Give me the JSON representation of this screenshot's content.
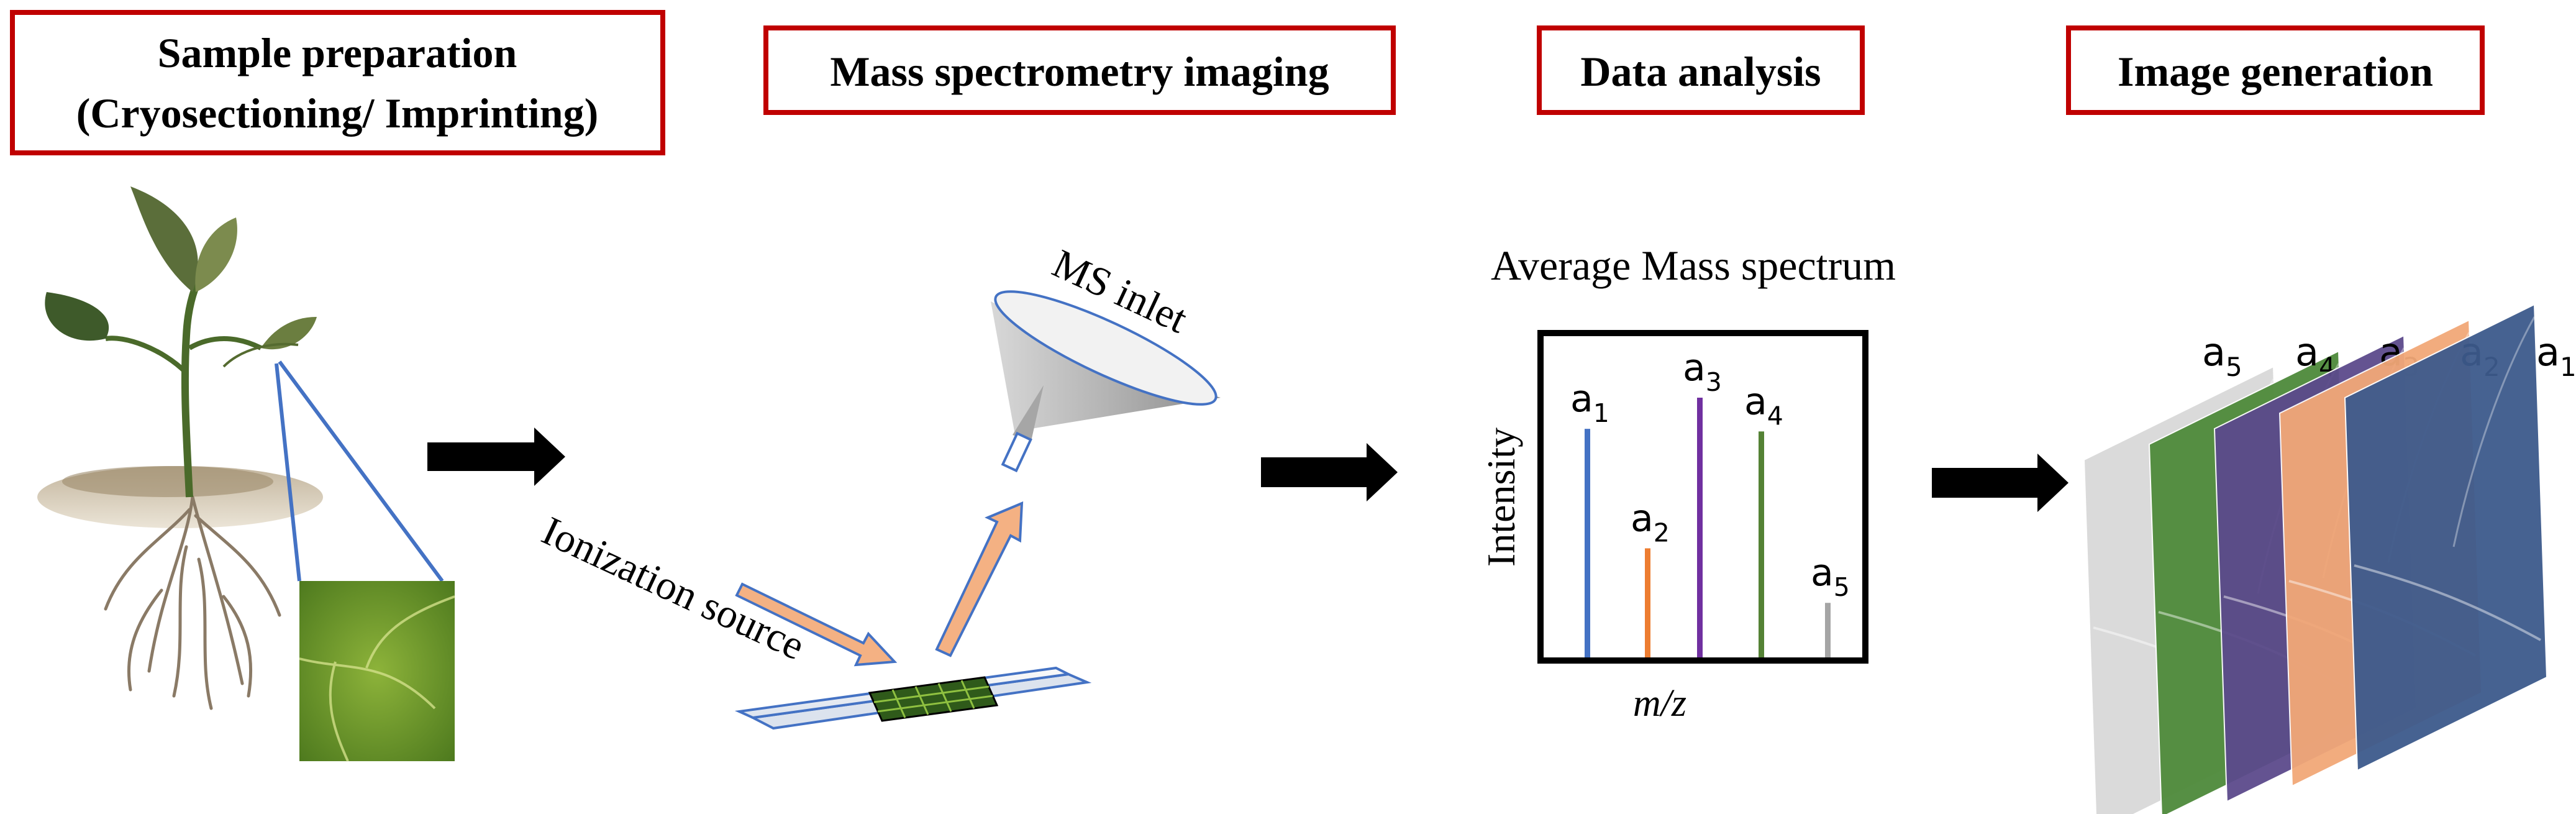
{
  "steps": [
    {
      "line1": "Sample preparation",
      "line2": "(Cryosectioning/ Imprinting)"
    },
    {
      "line1": "Mass spectrometry imaging"
    },
    {
      "line1": "Data analysis"
    },
    {
      "line1": "Image generation"
    }
  ],
  "ms": {
    "inlet_label": "MS inlet",
    "source_label": "Ionization source"
  },
  "spectrum": {
    "title": "Average Mass spectrum",
    "ylabel": "Intensity",
    "xlabel": "m/z"
  },
  "chart_data": {
    "type": "bar",
    "title": "Average Mass spectrum",
    "xlabel": "m/z",
    "ylabel": "Intensity",
    "ylim": [
      0,
      1
    ],
    "categories": [
      "a1",
      "a2",
      "a3",
      "a4",
      "a5"
    ],
    "peak_labels": [
      "1",
      "2",
      "3",
      "4",
      "5"
    ],
    "values": [
      0.88,
      0.42,
      1.0,
      0.87,
      0.21
    ],
    "colors": [
      "#4472C4",
      "#ED7D31",
      "#7030A0",
      "#548235",
      "#A5A5A5"
    ]
  },
  "images": {
    "order": [
      "5",
      "4",
      "3",
      "2",
      "1"
    ],
    "colors": [
      "#D9D9D9",
      "#4E8A3A",
      "#5C4A8C",
      "#F2A878",
      "#3D5A8C"
    ]
  },
  "colors": {
    "box_border": "#C00000",
    "flow_arrow": "#000000",
    "beam_fill": "#F4B183",
    "beam_stroke": "#4472C4",
    "zoom_line": "#4472C4"
  }
}
